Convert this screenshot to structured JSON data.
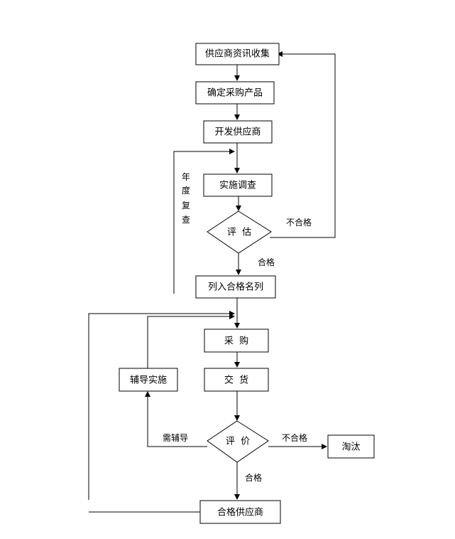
{
  "nodes": {
    "collect": "供应商资讯收集",
    "confirm": "确定采购产品",
    "develop": "开发供应商",
    "investigate": "实施调查",
    "assess": "评  估",
    "list": "列入合格名列",
    "purchase": "采  购",
    "deliver": "交  货",
    "evaluate": "评  价",
    "eliminate": "淘汰",
    "guidance": "辅导实施",
    "qualified": "合格供应商"
  },
  "labels": {
    "assess_fail": "不合格",
    "assess_pass": "合格",
    "annual_review": [
      "年",
      "度",
      "复",
      "查"
    ],
    "evaluate_fail": "不合格",
    "evaluate_pass": "合格",
    "need_guidance": "需辅导"
  }
}
